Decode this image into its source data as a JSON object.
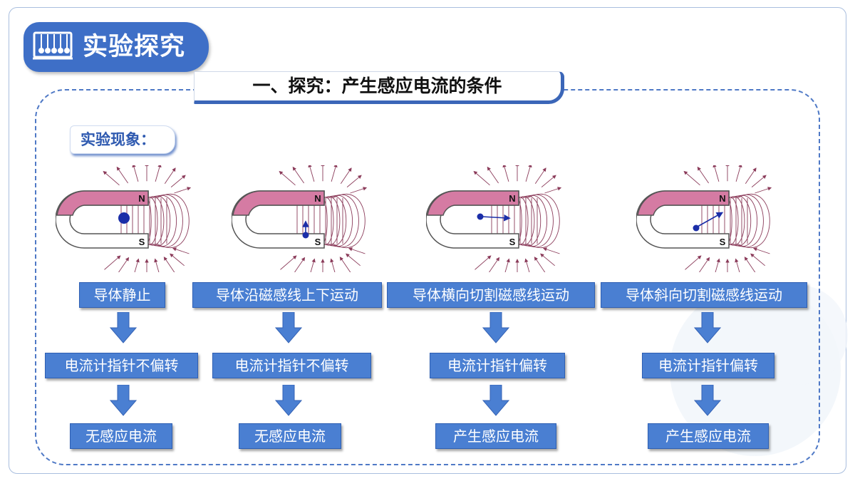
{
  "header": {
    "title": "实验探究"
  },
  "section": {
    "title": "一、探究：产生感应电流的条件"
  },
  "phenomenon_label": "实验现象：",
  "pole_n": "N",
  "pole_s": "S",
  "cases": [
    {
      "condition": "导体静止",
      "meter": "电流计指针不偏转",
      "result": "无感应电流",
      "motion": "none"
    },
    {
      "condition": "导体沿磁感线上下运动",
      "meter": "电流计指针不偏转",
      "result": "无感应电流",
      "motion": "vertical"
    },
    {
      "condition": "导体横向切割磁感线运动",
      "meter": "电流计指针偏转",
      "result": "产生感应电流",
      "motion": "horizontal"
    },
    {
      "condition": "导体斜向切割磁感线运动",
      "meter": "电流计指针偏转",
      "result": "产生感应电流",
      "motion": "diagonal"
    }
  ],
  "colors": {
    "accent": "#3e6fc7",
    "box": "#4a7fd2",
    "magnet_pink": "#d57ba3",
    "field_line": "#8b3b5a",
    "conductor": "#1b2ea8"
  }
}
